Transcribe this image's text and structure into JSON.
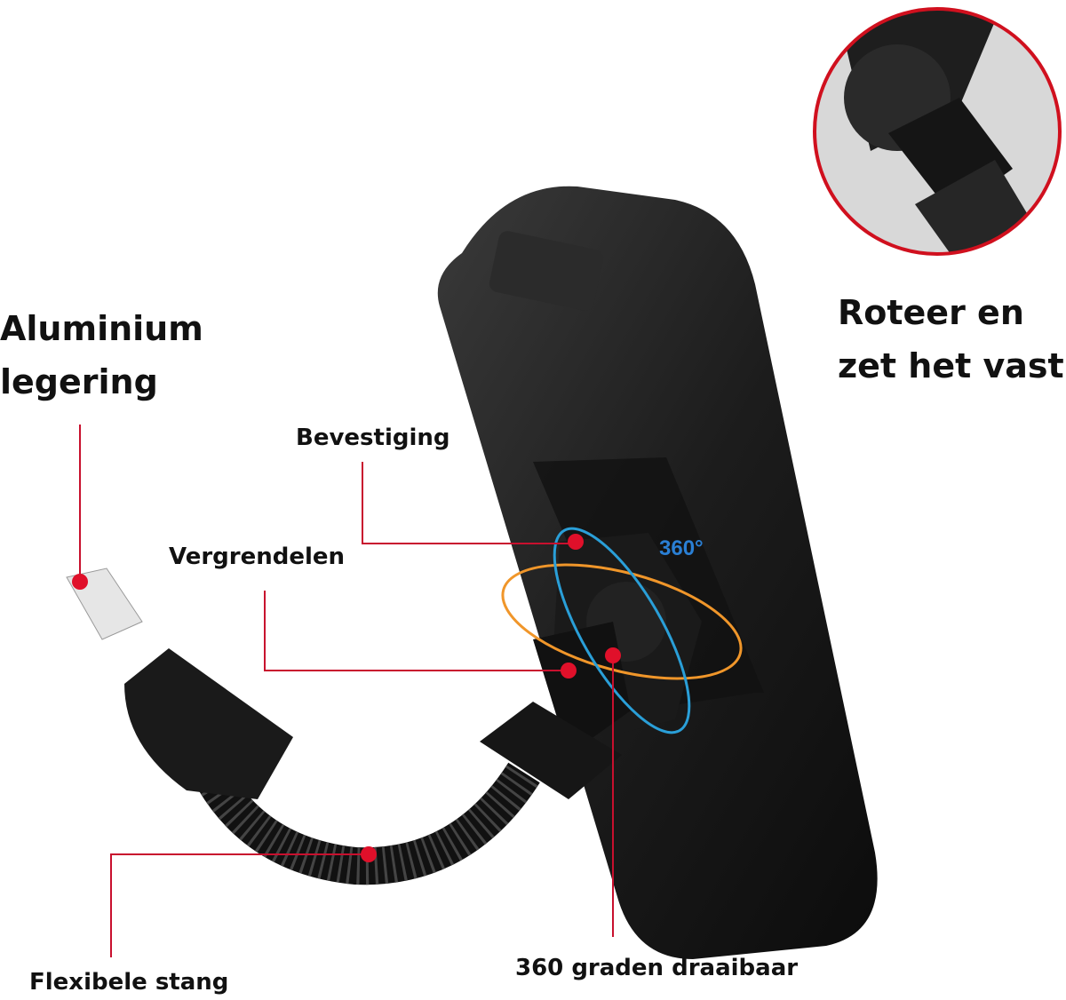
{
  "labels": {
    "aluminium_line1": "Aluminium",
    "aluminium_line2": "legering",
    "rotate_line1": "Roteer en",
    "rotate_line2": "zet het vast",
    "mount": "Bevestiging",
    "lock": "Vergrendelen",
    "rotation_degrees": "360°",
    "flexible_rod": "Flexibele stang",
    "rotatable": "360 graden draaibaar"
  },
  "colors": {
    "callout": "#c8102e",
    "rotation_blue": "#2a9fd8",
    "rotation_orange": "#f0962a",
    "case": "#1a1a1a"
  }
}
